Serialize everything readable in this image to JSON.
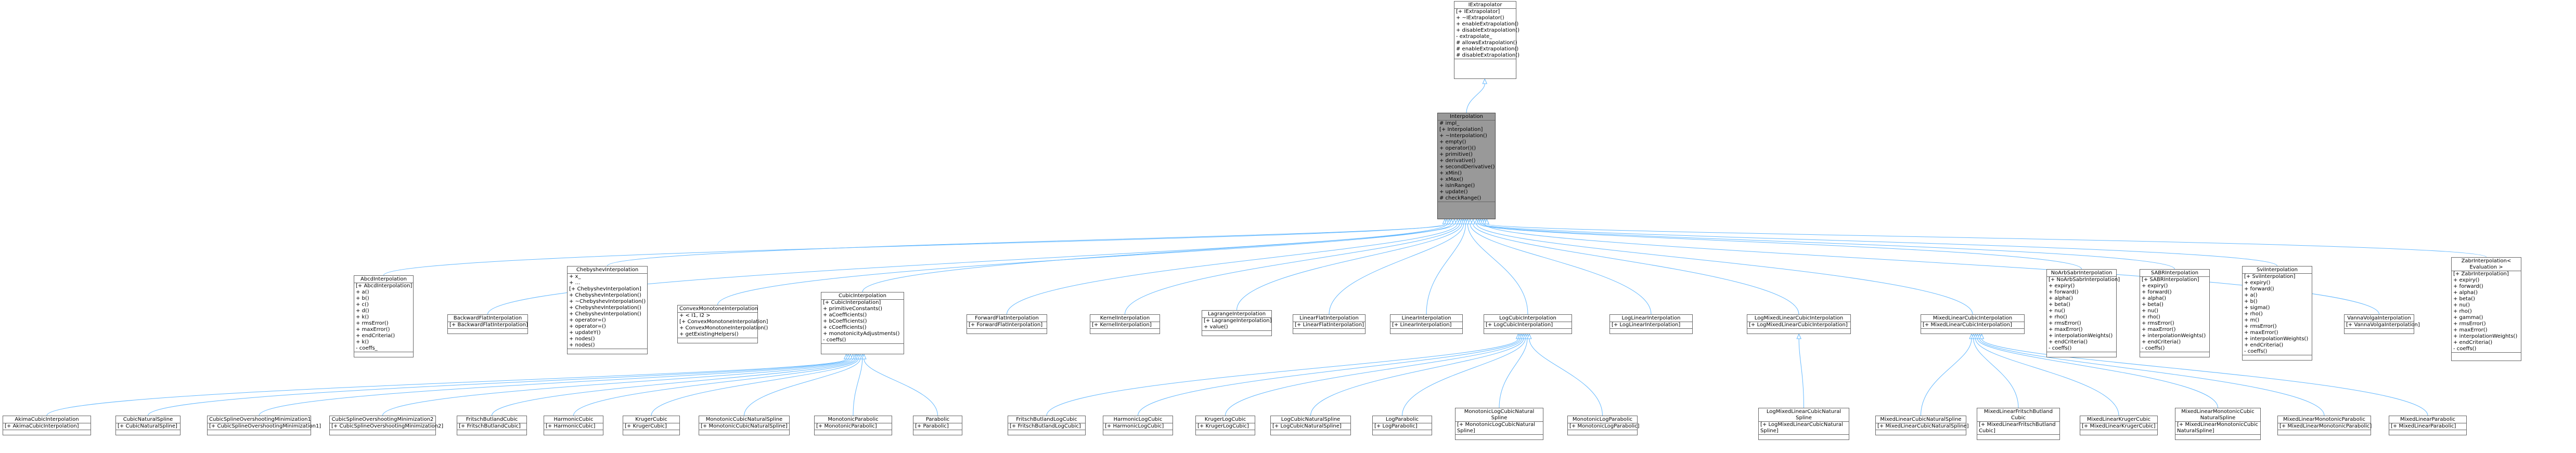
{
  "diagram": {
    "nodes": [
      {
        "id": "extrap",
        "title": "IExtrapolator",
        "members": [
          "[+ IExtrapolator]",
          "+ ~IExtrapolator()",
          "+ enableExtrapolation()",
          "+ disableExtrapolation()",
          "- extrapolate_",
          "# allowsExtrapolation()",
          "# enableExtrapolation()",
          "# disableExtrapolation()"
        ],
        "methods": []
      },
      {
        "id": "interp",
        "title": "Interpolation",
        "members": [
          "# impl_",
          "[+ Interpolation]",
          "+ ~Interpolation()",
          "+ empty()",
          "+ operator()()",
          "+ primitive()",
          "+ derivative()",
          "+ secondDerivative()",
          "+ xMin()",
          "+ xMax()",
          "+ isInRange()",
          "+ update()",
          "# checkRange()"
        ],
        "methods": []
      },
      {
        "id": "abcd",
        "title": "AbcdInterpolation",
        "members": [
          "[+ AbcdInterpolation]",
          "+ a()",
          "+ b()",
          "+ c()",
          "+ d()",
          "+ k()",
          "+ rmsError()",
          "+ maxError()",
          "+ endCriteria()",
          "+ k()",
          "- coeffs_"
        ],
        "methods": []
      },
      {
        "id": "backflat",
        "title": "BackwardFlatInterpolation",
        "members": [
          "[+ BackwardFlatInterpolation]"
        ],
        "methods": []
      },
      {
        "id": "cheb",
        "title": "ChebyshevInterpolation",
        "members": [
          "+ x_",
          "+ ...",
          "[+ ChebyshevInterpolation]",
          "+ ChebyshevInterpolation()",
          "+ ~ChebyshevInterpolation()",
          "+ ChebyshevInterpolation()",
          "+ ChebyshevInterpolation()",
          "+ operator=()",
          "+ operator=()",
          "+ updateY()",
          "+ nodes()",
          "+ nodes()"
        ],
        "methods": []
      },
      {
        "id": "convmono",
        "title": "ConvexMonotoneInterpolation",
        "members": [
          "+ < I1, I2 >",
          "[+ ConvexMonotoneInterpolation]",
          "+ ConvexMonotoneInterpolation()",
          "+ getExistingHelpers()"
        ],
        "methods": []
      },
      {
        "id": "cubic",
        "title": "CubicInterpolation",
        "members": [
          "[+ CubicInterpolation]",
          "+ primitiveConstants()",
          "+ aCoefficients()",
          "+ bCoefficients()",
          "+ cCoefficients()",
          "+ monotonicityAdjustments()",
          "- coeffs()"
        ],
        "methods": []
      },
      {
        "id": "fwdflat",
        "title": "ForwardFlatInterpolation",
        "members": [
          "[+ ForwardFlatInterpolation]"
        ],
        "methods": []
      },
      {
        "id": "kernel",
        "title": "KernelInterpolation",
        "members": [
          "[+ KernelInterpolation]"
        ],
        "methods": []
      },
      {
        "id": "lagrange",
        "title": "LagrangeInterpolation",
        "members": [
          "[+ LagrangeInterpolation]",
          "+ value()"
        ],
        "methods": []
      },
      {
        "id": "linflat",
        "title": "LinearFlatInterpolation",
        "members": [
          "[+ LinearFlatInterpolation]"
        ],
        "methods": []
      },
      {
        "id": "linear",
        "title": "LinearInterpolation",
        "members": [
          "[+ LinearInterpolation]"
        ],
        "methods": []
      },
      {
        "id": "logcubic",
        "title": "LogCubicInterpolation",
        "members": [
          "[+ LogCubicInterpolation]"
        ],
        "methods": []
      },
      {
        "id": "loglinear",
        "title": "LogLinearInterpolation",
        "members": [
          "[+ LogLinearInterpolation]"
        ],
        "methods": []
      },
      {
        "id": "logmixed",
        "title": "LogMixedLinearCubicInterpolation",
        "members": [
          "[+ LogMixedLinearCubicInterpolation]"
        ],
        "methods": []
      },
      {
        "id": "mixed",
        "title": "MixedLinearCubicInterpolation",
        "members": [
          "[+ MixedLinearCubicInterpolation]"
        ],
        "methods": []
      },
      {
        "id": "noarb",
        "title": "NoArbSabrInterpolation",
        "members": [
          "[+ NoArbSabrInterpolation]",
          "+ expiry()",
          "+ forward()",
          "+ alpha()",
          "+ beta()",
          "+ nu()",
          "+ rho()",
          "+ rmsError()",
          "+ maxError()",
          "+ interpolationWeights()",
          "+ endCriteria()",
          "- coeffs()"
        ],
        "methods": []
      },
      {
        "id": "sabr",
        "title": "SABRInterpolation",
        "members": [
          "[+ SABRInterpolation]",
          "+ expiry()",
          "+ forward()",
          "+ alpha()",
          "+ beta()",
          "+ nu()",
          "+ rho()",
          "+ rmsError()",
          "+ maxError()",
          "+ interpolationWeights()",
          "+ endCriteria()",
          "- coeffs()"
        ],
        "methods": []
      },
      {
        "id": "svi",
        "title": "SviInterpolation",
        "members": [
          "[+ SviInterpolation]",
          "+ expiry()",
          "+ forward()",
          "+ a()",
          "+ b()",
          "+ sigma()",
          "+ rho()",
          "+ m()",
          "+ rmsError()",
          "+ maxError()",
          "+ interpolationWeights()",
          "+ endCriteria()",
          "- coeffs()"
        ],
        "methods": []
      },
      {
        "id": "vanna",
        "title": "VannaVolgaInterpolation",
        "members": [
          "[+ VannaVolgaInterpolation]"
        ],
        "methods": []
      },
      {
        "id": "zabr",
        "title": "ZabrInterpolation< Evaluation >",
        "members": [
          "[+ ZabrInterpolation]",
          "+ expiry()",
          "+ forward()",
          "+ alpha()",
          "+ beta()",
          "+ nu()",
          "+ rho()",
          "+ gamma()",
          "+ rmsError()",
          "+ maxError()",
          "+ interpolationWeights()",
          "+ endCriteria()",
          "- coeffs()"
        ],
        "methods": []
      },
      {
        "id": "akima",
        "title": "AkimaCubicInterpolation",
        "members": [
          "[+ AkimaCubicInterpolation]"
        ],
        "methods": []
      },
      {
        "id": "cubnat",
        "title": "CubicNaturalSpline",
        "members": [
          "[+ CubicNaturalSpline]"
        ],
        "methods": []
      },
      {
        "id": "cso1",
        "title": "CubicSplineOvershootingMinimization1",
        "members": [
          "[+ CubicSplineOvershootingMinimization1]"
        ],
        "methods": []
      },
      {
        "id": "cso2",
        "title": "CubicSplineOvershootingMinimization2",
        "members": [
          "[+ CubicSplineOvershootingMinimization2]"
        ],
        "methods": []
      },
      {
        "id": "fbcubic",
        "title": "FritschButlandCubic",
        "members": [
          "[+ FritschButlandCubic]"
        ],
        "methods": []
      },
      {
        "id": "harmonic",
        "title": "HarmonicCubic",
        "members": [
          "[+ HarmonicCubic]"
        ],
        "methods": []
      },
      {
        "id": "kruger",
        "title": "KrugerCubic",
        "members": [
          "[+ KrugerCubic]"
        ],
        "methods": []
      },
      {
        "id": "monocns",
        "title": "MonotonicCubicNaturalSpline",
        "members": [
          "[+ MonotonicCubicNaturalSpline]"
        ],
        "methods": []
      },
      {
        "id": "monopar",
        "title": "MonotonicParabolic",
        "members": [
          "[+ MonotonicParabolic]"
        ],
        "methods": []
      },
      {
        "id": "parabolic",
        "title": "Parabolic",
        "members": [
          "[+ Parabolic]"
        ],
        "methods": []
      },
      {
        "id": "fblogcubic",
        "title": "FritschButlandLogCubic",
        "members": [
          "[+ FritschButlandLogCubic]"
        ],
        "methods": []
      },
      {
        "id": "harmlog",
        "title": "HarmonicLogCubic",
        "members": [
          "[+ HarmonicLogCubic]"
        ],
        "methods": []
      },
      {
        "id": "krulog",
        "title": "KrugerLogCubic",
        "members": [
          "[+ KrugerLogCubic]"
        ],
        "methods": []
      },
      {
        "id": "logcns",
        "title": "LogCubicNaturalSpline",
        "members": [
          "[+ LogCubicNaturalSpline]"
        ],
        "methods": []
      },
      {
        "id": "logpar",
        "title": "LogParabolic",
        "members": [
          "[+ LogParabolic]"
        ],
        "methods": []
      },
      {
        "id": "monologcns",
        "title": "MonotonicLogCubicNatural\nSpline",
        "members": [
          "[+ MonotonicLogCubicNatural\nSpline]"
        ],
        "methods": []
      },
      {
        "id": "monologpar",
        "title": "MonotonicLogParabolic",
        "members": [
          "[+ MonotonicLogParabolic]"
        ],
        "methods": []
      },
      {
        "id": "lmlcns",
        "title": "LogMixedLinearCubicNatural\nSpline",
        "members": [
          "[+ LogMixedLinearCubicNatural\nSpline]"
        ],
        "methods": []
      },
      {
        "id": "mlcns",
        "title": "MixedLinearCubicNaturalSpline",
        "members": [
          "[+ MixedLinearCubicNaturalSpline]"
        ],
        "methods": []
      },
      {
        "id": "mlfbc",
        "title": "MixedLinearFritschButland\nCubic",
        "members": [
          "[+ MixedLinearFritschButland\nCubic]"
        ],
        "methods": []
      },
      {
        "id": "mlkc",
        "title": "MixedLinearKrugerCubic",
        "members": [
          "[+ MixedLinearKrugerCubic]"
        ],
        "methods": []
      },
      {
        "id": "mlmcns",
        "title": "MixedLinearMonotonicCubic\nNaturalSpline",
        "members": [
          "[+ MixedLinearMonotonicCubic\nNaturalSpline]"
        ],
        "methods": []
      },
      {
        "id": "mlmp",
        "title": "MixedLinearMonotonicParabolic",
        "members": [
          "[+ MixedLinearMonotonicParabolic]"
        ],
        "methods": []
      },
      {
        "id": "mlp",
        "title": "MixedLinearParabolic",
        "members": [
          "[+ MixedLinearParabolic]"
        ],
        "methods": []
      }
    ],
    "edges": [
      [
        "extrap",
        "interp"
      ],
      [
        "interp",
        "abcd"
      ],
      [
        "interp",
        "backflat"
      ],
      [
        "interp",
        "cheb"
      ],
      [
        "interp",
        "convmono"
      ],
      [
        "interp",
        "cubic"
      ],
      [
        "interp",
        "fwdflat"
      ],
      [
        "interp",
        "kernel"
      ],
      [
        "interp",
        "lagrange"
      ],
      [
        "interp",
        "linflat"
      ],
      [
        "interp",
        "linear"
      ],
      [
        "interp",
        "logcubic"
      ],
      [
        "interp",
        "loglinear"
      ],
      [
        "interp",
        "logmixed"
      ],
      [
        "interp",
        "mixed"
      ],
      [
        "interp",
        "noarb"
      ],
      [
        "interp",
        "sabr"
      ],
      [
        "interp",
        "svi"
      ],
      [
        "interp",
        "vanna"
      ],
      [
        "interp",
        "zabr"
      ],
      [
        "cubic",
        "akima"
      ],
      [
        "cubic",
        "cubnat"
      ],
      [
        "cubic",
        "cso1"
      ],
      [
        "cubic",
        "cso2"
      ],
      [
        "cubic",
        "fbcubic"
      ],
      [
        "cubic",
        "harmonic"
      ],
      [
        "cubic",
        "kruger"
      ],
      [
        "cubic",
        "monocns"
      ],
      [
        "cubic",
        "monopar"
      ],
      [
        "cubic",
        "parabolic"
      ],
      [
        "logcubic",
        "fblogcubic"
      ],
      [
        "logcubic",
        "harmlog"
      ],
      [
        "logcubic",
        "krulog"
      ],
      [
        "logcubic",
        "logcns"
      ],
      [
        "logcubic",
        "logpar"
      ],
      [
        "logcubic",
        "monologcns"
      ],
      [
        "logcubic",
        "monologpar"
      ],
      [
        "logmixed",
        "lmlcns"
      ],
      [
        "mixed",
        "mlcns"
      ],
      [
        "mixed",
        "mlfbc"
      ],
      [
        "mixed",
        "mlkc"
      ],
      [
        "mixed",
        "mlmcns"
      ],
      [
        "mixed",
        "mlmp"
      ],
      [
        "mixed",
        "mlp"
      ]
    ],
    "colors": {
      "edge": "#63b8ff",
      "focus_fill": "#999999",
      "node_border": "#666666"
    }
  }
}
